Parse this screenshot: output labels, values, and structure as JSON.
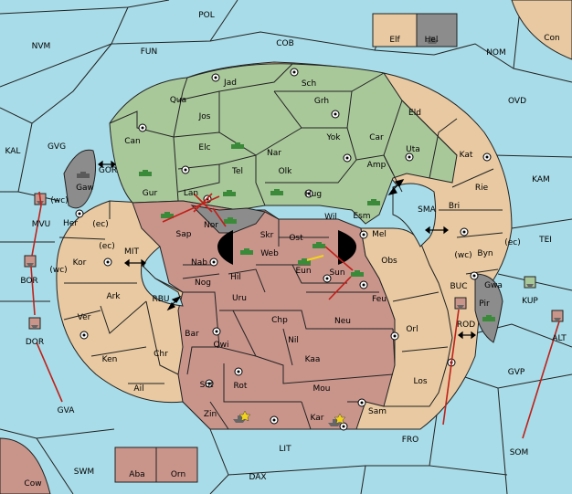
{
  "title": "",
  "sea_labels": [
    {
      "id": "pol",
      "text": "POL"
    },
    {
      "id": "nvm",
      "text": "NVM"
    },
    {
      "id": "fun",
      "text": "FUN"
    },
    {
      "id": "cob",
      "text": "COB"
    },
    {
      "id": "nom",
      "text": "NOM"
    },
    {
      "id": "con",
      "text": "Con"
    },
    {
      "id": "ovd",
      "text": "OVD"
    },
    {
      "id": "kal",
      "text": "KAL"
    },
    {
      "id": "gvg",
      "text": "GVG"
    },
    {
      "id": "gor",
      "text": "GOR"
    },
    {
      "id": "kam",
      "text": "KAM"
    },
    {
      "id": "sma",
      "text": "SMA"
    },
    {
      "id": "tei",
      "text": "TEI"
    },
    {
      "id": "mit",
      "text": "MIT"
    },
    {
      "id": "rbu",
      "text": "RBU"
    },
    {
      "id": "buc",
      "text": "BUC"
    },
    {
      "id": "kup",
      "text": "KUP"
    },
    {
      "id": "rod",
      "text": "ROD"
    },
    {
      "id": "alt",
      "text": "ALT"
    },
    {
      "id": "mvu",
      "text": "MVU"
    },
    {
      "id": "bor",
      "text": "BOR"
    },
    {
      "id": "dor",
      "text": "DOR"
    },
    {
      "id": "gvp",
      "text": "GVP"
    },
    {
      "id": "gva",
      "text": "GVA"
    },
    {
      "id": "fro",
      "text": "FRO"
    },
    {
      "id": "som",
      "text": "SOM"
    },
    {
      "id": "lit",
      "text": "LIT"
    },
    {
      "id": "swm",
      "text": "SWM"
    },
    {
      "id": "dax",
      "text": "DAX"
    },
    {
      "id": "cow",
      "text": "Cow"
    },
    {
      "id": "elf",
      "text": "Elf"
    },
    {
      "id": "hel",
      "text": "Hel"
    },
    {
      "id": "aba",
      "text": "Aba"
    },
    {
      "id": "orn",
      "text": "Orn"
    }
  ],
  "land_labels": [
    {
      "id": "jad",
      "text": "Jad"
    },
    {
      "id": "sch",
      "text": "Sch"
    },
    {
      "id": "qua",
      "text": "Qua"
    },
    {
      "id": "jos",
      "text": "Jos"
    },
    {
      "id": "grh",
      "text": "Grh"
    },
    {
      "id": "eld",
      "text": "Eld"
    },
    {
      "id": "can",
      "text": "Can"
    },
    {
      "id": "elc",
      "text": "Elc"
    },
    {
      "id": "nar",
      "text": "Nar"
    },
    {
      "id": "yok",
      "text": "Yok"
    },
    {
      "id": "car",
      "text": "Car"
    },
    {
      "id": "uta",
      "text": "Uta"
    },
    {
      "id": "kat",
      "text": "Kat"
    },
    {
      "id": "gaw",
      "text": "Gaw"
    },
    {
      "id": "tel",
      "text": "Tel"
    },
    {
      "id": "olk",
      "text": "Olk"
    },
    {
      "id": "amp",
      "text": "Amp"
    },
    {
      "id": "gur",
      "text": "Gur"
    },
    {
      "id": "lan",
      "text": "Lan"
    },
    {
      "id": "hug",
      "text": "Hug"
    },
    {
      "id": "rie",
      "text": "Rie"
    },
    {
      "id": "bri",
      "text": "Bri"
    },
    {
      "id": "wil",
      "text": "Wil"
    },
    {
      "id": "esm",
      "text": "Esm"
    },
    {
      "id": "her",
      "text": "Her"
    },
    {
      "id": "nor",
      "text": "Nor"
    },
    {
      "id": "skr",
      "text": "Skr"
    },
    {
      "id": "sap",
      "text": "Sap"
    },
    {
      "id": "ost",
      "text": "Ost"
    },
    {
      "id": "mel",
      "text": "Mel"
    },
    {
      "id": "web",
      "text": "Web"
    },
    {
      "id": "byn",
      "text": "Byn"
    },
    {
      "id": "kor",
      "text": "Kor"
    },
    {
      "id": "nab",
      "text": "Nab"
    },
    {
      "id": "obs",
      "text": "Obs"
    },
    {
      "id": "eun",
      "text": "Eun"
    },
    {
      "id": "sun",
      "text": "Sun"
    },
    {
      "id": "hil",
      "text": "Hil"
    },
    {
      "id": "gwa",
      "text": "Gwa"
    },
    {
      "id": "ark",
      "text": "Ark"
    },
    {
      "id": "nog",
      "text": "Nog"
    },
    {
      "id": "uru",
      "text": "Uru"
    },
    {
      "id": "feu",
      "text": "Feu"
    },
    {
      "id": "pir",
      "text": "Pir"
    },
    {
      "id": "ver",
      "text": "Ver"
    },
    {
      "id": "chp",
      "text": "Chp"
    },
    {
      "id": "neu",
      "text": "Neu"
    },
    {
      "id": "bar",
      "text": "Bar"
    },
    {
      "id": "orl",
      "text": "Orl"
    },
    {
      "id": "qwi",
      "text": "Qwi"
    },
    {
      "id": "nil",
      "text": "Nil"
    },
    {
      "id": "ken",
      "text": "Ken"
    },
    {
      "id": "chr",
      "text": "Chr"
    },
    {
      "id": "kaa",
      "text": "Kaa"
    },
    {
      "id": "ail",
      "text": "Ail"
    },
    {
      "id": "sot",
      "text": "Sot"
    },
    {
      "id": "rot",
      "text": "Rot"
    },
    {
      "id": "mou",
      "text": "Mou"
    },
    {
      "id": "los",
      "text": "Los"
    },
    {
      "id": "zin",
      "text": "Zin"
    },
    {
      "id": "kar",
      "text": "Kar"
    },
    {
      "id": "sam",
      "text": "Sam"
    }
  ],
  "coast_labels": [
    {
      "id": "mvu-wc",
      "text": "(wc)"
    },
    {
      "id": "her-ec",
      "text": "(ec)"
    },
    {
      "id": "kor-ec",
      "text": "(ec)"
    },
    {
      "id": "kor-wc",
      "text": "(wc)"
    },
    {
      "id": "byn-wc",
      "text": "(wc)"
    },
    {
      "id": "byn-ec",
      "text": "(ec)"
    }
  ]
}
